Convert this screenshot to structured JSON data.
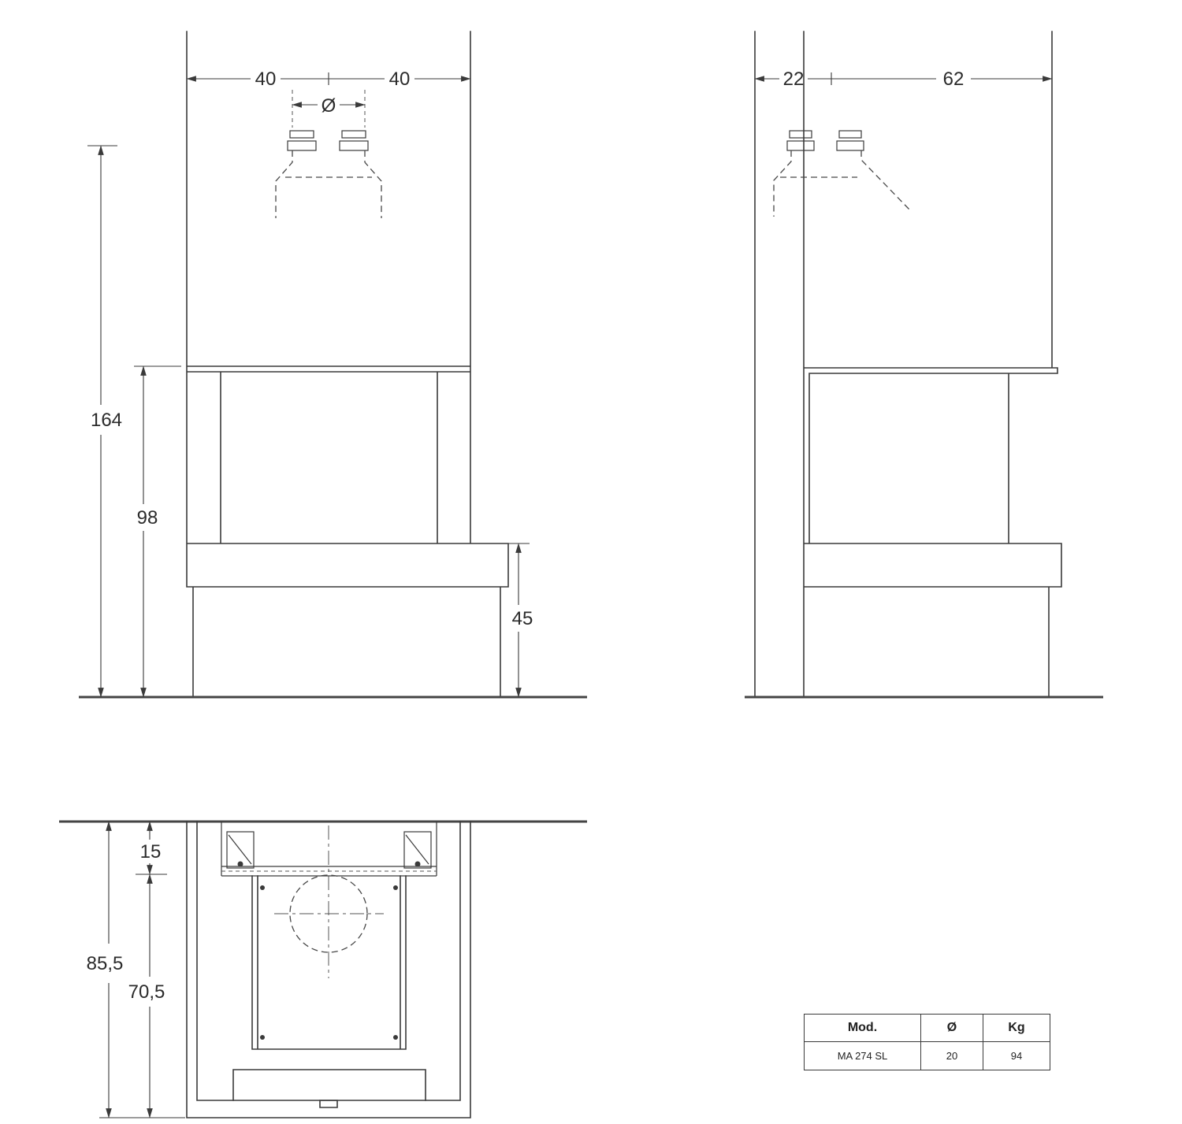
{
  "drawing": {
    "front_view": {
      "dim_top_left": "40",
      "dim_top_right": "40",
      "dim_flue_symbol": "Ø",
      "dim_height_total": "164",
      "dim_height_hood": "98",
      "dim_height_bench": "45"
    },
    "side_view": {
      "dim_depth_rear": "22",
      "dim_depth_front": "62"
    },
    "plan_view": {
      "dim_reveal": "15",
      "dim_depth_total": "85,5",
      "dim_depth_inner": "70,5"
    }
  },
  "spec_table": {
    "headers": {
      "model": "Mod.",
      "diameter": "Ø",
      "weight": "Kg"
    },
    "row": {
      "model": "MA 274 SL",
      "diameter": "20",
      "weight": "94"
    }
  },
  "colors": {
    "line": "#3a3a3a",
    "background": "#ffffff"
  }
}
